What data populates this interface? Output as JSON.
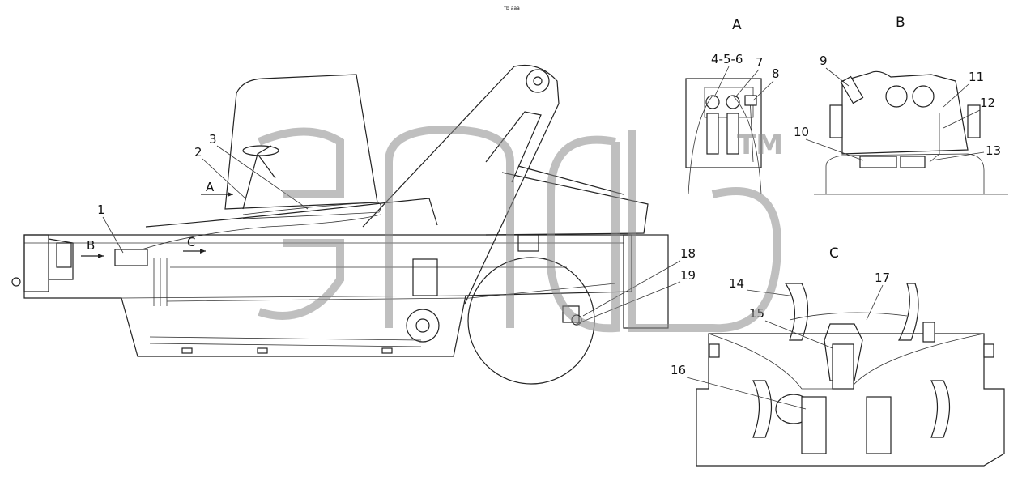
{
  "header_small_text": "°b ааа",
  "views": [
    "A",
    "B",
    "C"
  ],
  "section_markers": [
    "A",
    "B",
    "C"
  ],
  "callouts": [
    "1",
    "2",
    "3",
    "4-5-6",
    "7",
    "8",
    "9",
    "10",
    "11",
    "12",
    "13",
    "14",
    "15",
    "16",
    "17",
    "18",
    "19"
  ],
  "watermark": {
    "text": "TM"
  }
}
